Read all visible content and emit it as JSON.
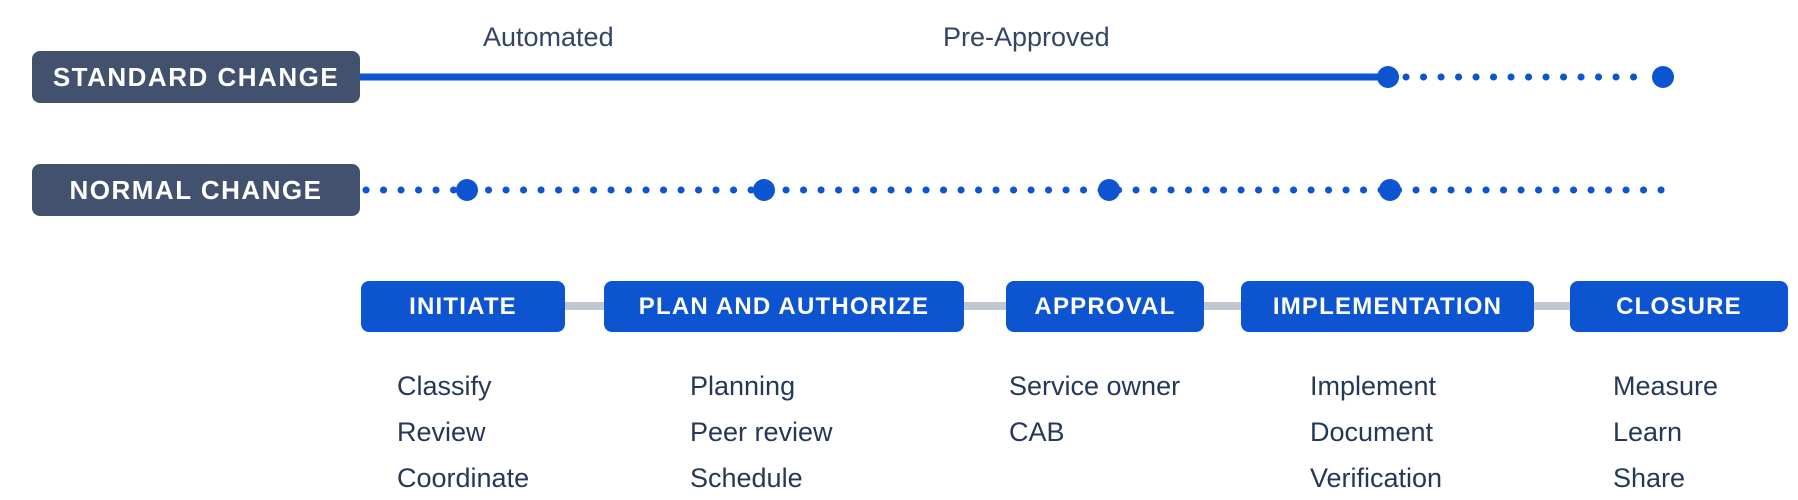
{
  "colors": {
    "accent_blue": "#0d55d0",
    "badge_dark": "#42526E",
    "label_navy": "#344563",
    "list_navy": "#253858",
    "connector_gray": "#C1C7D0",
    "background": "#ffffff"
  },
  "rows": [
    {
      "label": "STANDARD CHANGE",
      "line_style": "solid then dotted"
    },
    {
      "label": "NORMAL CHANGE",
      "line_style": "dotted with milestone dots"
    }
  ],
  "phase_labels": {
    "automated": "Automated",
    "pre_approved": "Pre-Approved"
  },
  "stages": [
    {
      "label": "INITIATE",
      "activities": [
        "Classify",
        "Review",
        "Coordinate"
      ]
    },
    {
      "label": "PLAN AND AUTHORIZE",
      "activities": [
        "Planning",
        "Peer review",
        "Schedule"
      ]
    },
    {
      "label": "APPROVAL",
      "activities": [
        "Service owner",
        "CAB"
      ]
    },
    {
      "label": "IMPLEMENTATION",
      "activities": [
        "Implement",
        "Document",
        "Verification"
      ]
    },
    {
      "label": "CLOSURE",
      "activities": [
        "Measure",
        "Learn",
        "Share"
      ]
    }
  ]
}
